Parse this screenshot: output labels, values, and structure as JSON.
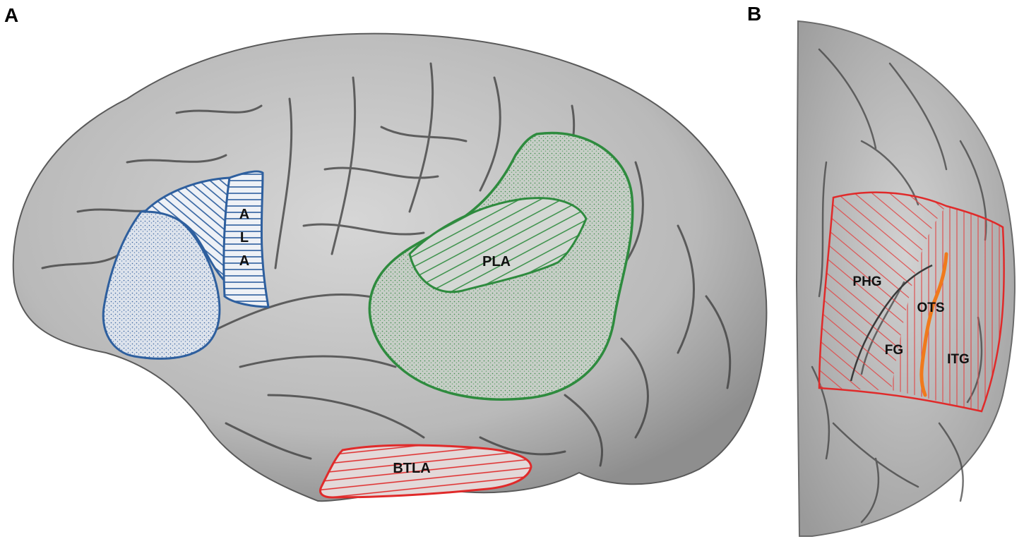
{
  "panels": {
    "a": {
      "letter": "A",
      "regions": {
        "ala": {
          "label": "ALA",
          "letters": [
            "A",
            "L",
            "A"
          ],
          "color": "#2e5f9e"
        },
        "pla": {
          "label": "PLA",
          "color": "#2e8b3e"
        },
        "btla": {
          "label": "BTLA",
          "color": "#e02a2a"
        }
      }
    },
    "b": {
      "letter": "B",
      "region_color": "#e02a2a",
      "sulcus_color": "#f07a1c",
      "labels": {
        "phg": "PHG",
        "ots": "OTS",
        "fg": "FG",
        "itg": "ITG"
      }
    }
  }
}
